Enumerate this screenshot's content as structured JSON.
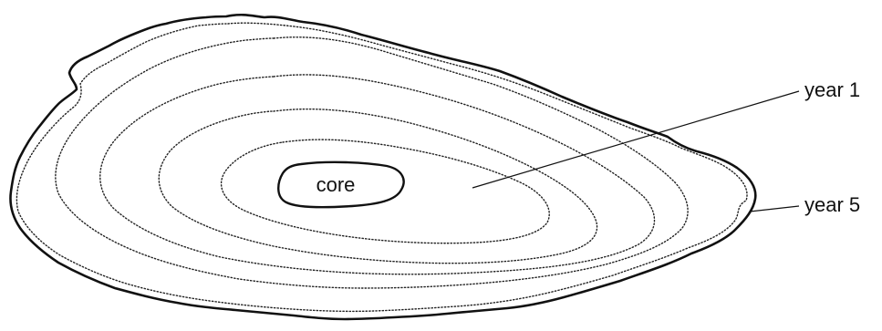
{
  "labels": {
    "core": "core",
    "year_1": "year 1",
    "year_5": "year 5"
  },
  "colors": {
    "stroke": "#111111",
    "background": "#ffffff"
  }
}
